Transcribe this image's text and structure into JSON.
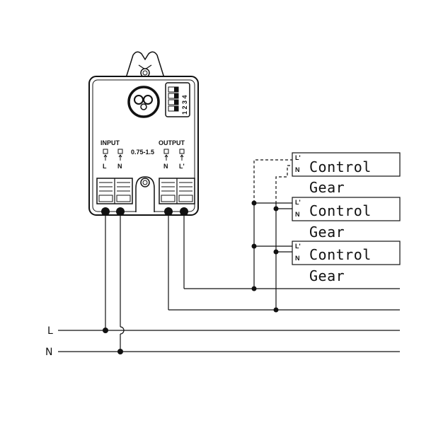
{
  "device": {
    "input_label": "INPUT",
    "output_label": "OUTPUT",
    "wire_size": "0.75-1.5",
    "input_terminals": [
      "L",
      "N"
    ],
    "output_terminals": [
      "N",
      "L'"
    ],
    "dip_switch_numbers": "1 2 3 4"
  },
  "mains": {
    "line_label": "L",
    "neutral_label": "N"
  },
  "control_gear": [
    {
      "name": "Control",
      "sub": "Gear",
      "terminals": [
        "L'",
        "N"
      ]
    },
    {
      "name": "Control",
      "sub": "Gear",
      "terminals": [
        "L'",
        "N"
      ]
    },
    {
      "name": "Control",
      "sub": "Gear",
      "terminals": [
        "L'",
        "N"
      ]
    }
  ]
}
